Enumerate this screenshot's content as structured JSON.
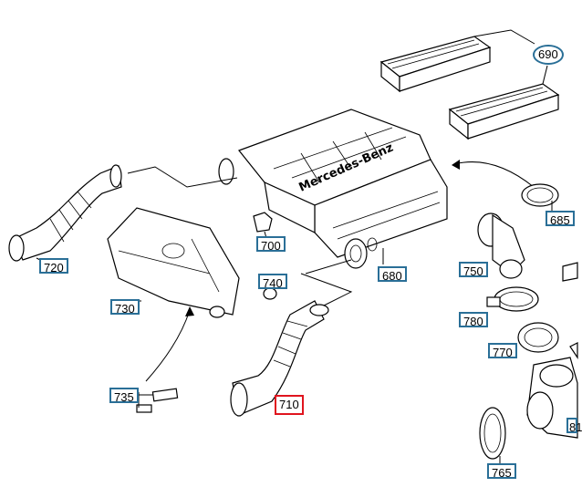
{
  "diagram": {
    "brand_text": "Mercedes-Benz",
    "highlight_color": "#e0141e",
    "callout_color": "#2a6f97",
    "callouts": [
      {
        "id": "690",
        "label": "690",
        "shape": "round"
      },
      {
        "id": "685",
        "label": "685"
      },
      {
        "id": "720",
        "label": "720"
      },
      {
        "id": "700",
        "label": "700"
      },
      {
        "id": "730",
        "label": "730"
      },
      {
        "id": "740",
        "label": "740"
      },
      {
        "id": "680",
        "label": "680"
      },
      {
        "id": "750",
        "label": "750"
      },
      {
        "id": "780",
        "label": "780"
      },
      {
        "id": "770",
        "label": "770"
      },
      {
        "id": "735",
        "label": "735"
      },
      {
        "id": "710",
        "label": "710",
        "highlighted": true
      },
      {
        "id": "765",
        "label": "765"
      },
      {
        "id": "81x",
        "label": "81"
      }
    ]
  }
}
